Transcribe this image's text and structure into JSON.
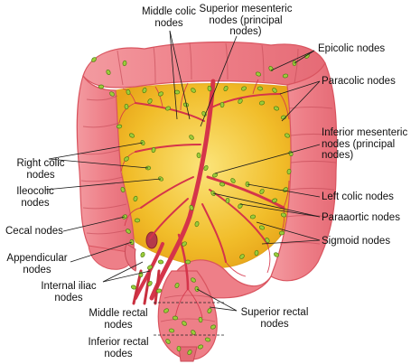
{
  "labels": {
    "middle_colic": "Middle colic\nnodes",
    "superior_mesenteric": "Superior mesenteric\nnodes (principal\nnodes)",
    "epicolic": "Epicolic nodes",
    "paracolic": "Paracolic nodes",
    "inferior_mesenteric": "Inferior mesenteric\nnodes (principal\nnodes)",
    "right_colic": "Right colic\nnodes",
    "ileocolic": "Ileocolic\nnodes",
    "left_colic": "Left colic nodes",
    "paraaortic": "Paraaortic nodes",
    "cecal": "Cecal nodes",
    "sigmoid": "Sigmoid nodes",
    "appendicular": "Appendicular\nnodes",
    "internal_iliac": "Internal iliac\nnodes",
    "superior_rectal": "Superior rectal\nnodes",
    "middle_rectal": "Middle rectal\nnodes",
    "inferior_rectal": "Inferior rectal\nnodes"
  },
  "colors": {
    "colon": "#ef7e86",
    "colon_dark": "#d9545f",
    "colon_light": "#f7b3b6",
    "mesentery": "#f2c12e",
    "mesentery_light": "#f8df6b",
    "vessel": "#d5344a",
    "node": "#9ccd3a",
    "node_outline": "#4b7a12",
    "leader": "#1a1a1a"
  }
}
